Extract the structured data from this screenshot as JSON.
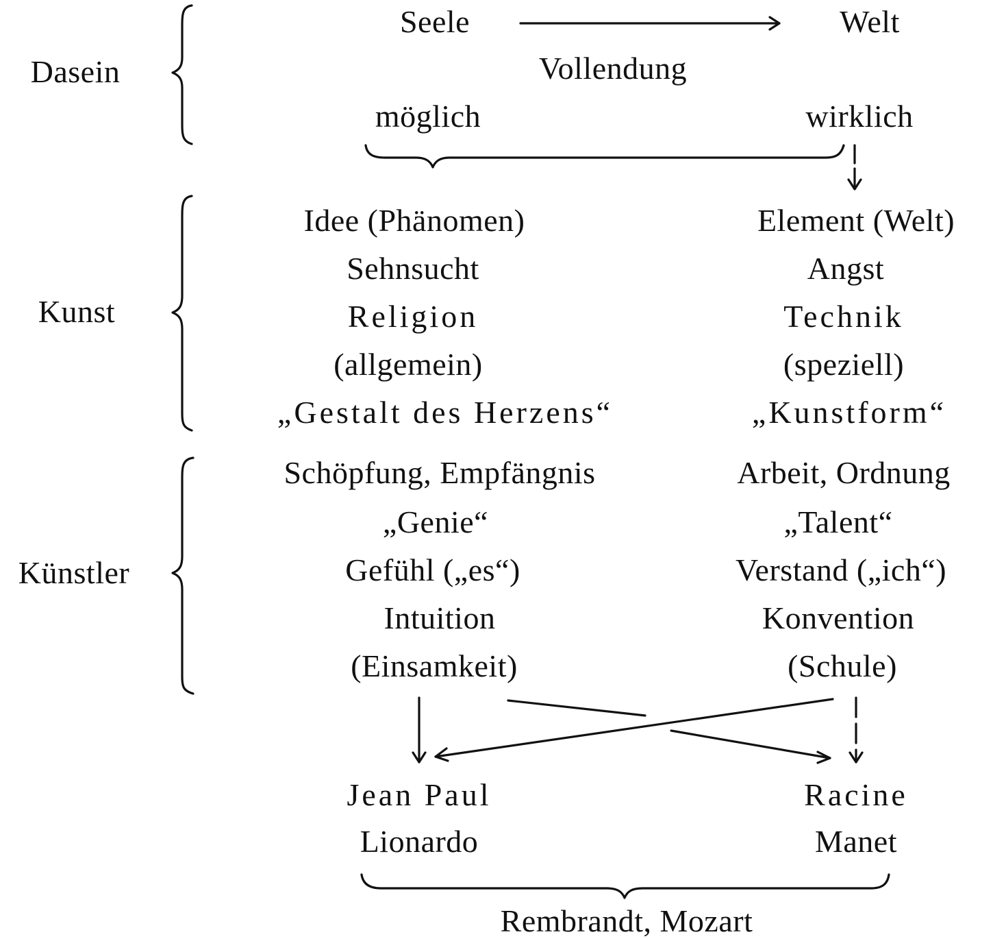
{
  "sections": {
    "dasein": "Dasein",
    "kunst": "Kunst",
    "kuenstler": "Künstler"
  },
  "dasein": {
    "seele": "Seele",
    "welt": "Welt",
    "vollendung": "Vollendung",
    "moeglich": "möglich",
    "wirklich": "wirklich"
  },
  "kunst": {
    "left": [
      "Idee (Phänomen)",
      "Sehnsucht",
      "Religion",
      "(allgemein)",
      "„Gestalt des Herzens“"
    ],
    "right": [
      "Element (Welt)",
      "Angst",
      "Technik",
      "(speziell)",
      "„Kunstform“"
    ]
  },
  "kuenstler": {
    "left": [
      "Schöpfung, Empfängnis",
      "„Genie“",
      "Gefühl („es“)",
      "Intuition",
      "(Einsamkeit)"
    ],
    "right": [
      "Arbeit, Ordnung",
      "„Talent“",
      "Verstand („ich“)",
      "Konvention",
      "(Schule)"
    ]
  },
  "results": {
    "left": [
      "Jean Paul",
      "Lionardo"
    ],
    "right": [
      "Racine",
      "Manet"
    ],
    "bottom": "Rembrandt, Mozart"
  }
}
